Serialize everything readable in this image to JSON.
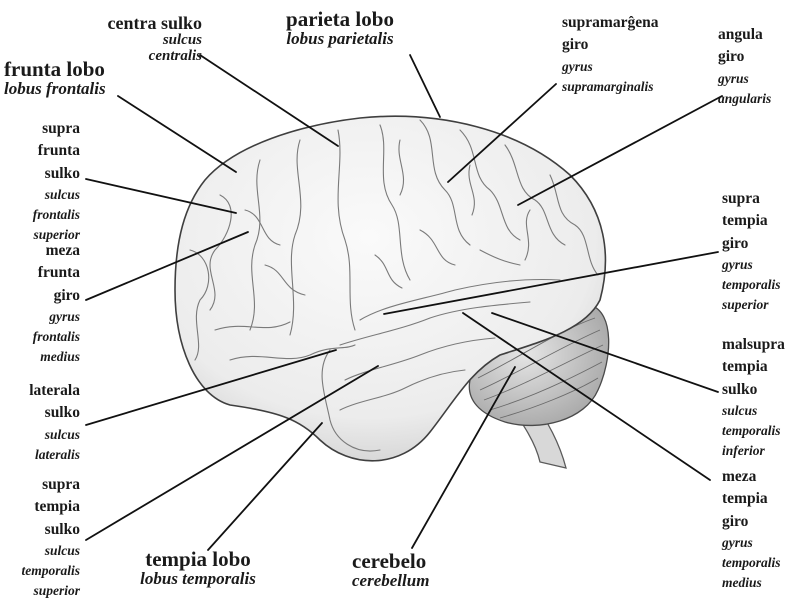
{
  "labels": {
    "centra_sulko": {
      "eo": "centra sulko",
      "la": [
        "sulcus",
        "centralis"
      ]
    },
    "parieta_lobo": {
      "eo": "parieta lobo",
      "la": [
        "lobus parietalis"
      ]
    },
    "supramargena_giro": {
      "eo": [
        "supramarĝena",
        "giro"
      ],
      "la": [
        "gyrus",
        "supramarginalis"
      ]
    },
    "angula_giro": {
      "eo": [
        "angula",
        "giro"
      ],
      "la": [
        "gyrus",
        "angularis"
      ]
    },
    "frunta_lobo": {
      "eo": "frunta lobo",
      "la": [
        "lobus frontalis"
      ]
    },
    "supra_frunta_sulko": {
      "eo": [
        "supra",
        "frunta",
        "sulko"
      ],
      "la": [
        "sulcus",
        "frontalis",
        "superior"
      ]
    },
    "meza_frunta_giro": {
      "eo": [
        "meza",
        "frunta",
        "giro"
      ],
      "la": [
        "gyrus",
        "frontalis",
        "medius"
      ]
    },
    "laterala_sulko": {
      "eo": [
        "laterala",
        "sulko"
      ],
      "la": [
        "sulcus",
        "lateralis"
      ]
    },
    "supra_tempia_sulko": {
      "eo": [
        "supra",
        "tempia",
        "sulko"
      ],
      "la": [
        "sulcus",
        "temporalis",
        "superior"
      ]
    },
    "tempia_lobo": {
      "eo": "tempia lobo",
      "la": [
        "lobus temporalis"
      ]
    },
    "cerebelo": {
      "eo": "cerebelo",
      "la": [
        "cerebellum"
      ]
    },
    "supra_tempia_giro": {
      "eo": [
        "supra",
        "tempia",
        "giro"
      ],
      "la": [
        "gyrus",
        "temporalis",
        "superior"
      ]
    },
    "malsupra_tempia_sulko": {
      "eo": [
        "malsupra",
        "tempia",
        "sulko"
      ],
      "la": [
        "sulcus",
        "temporalis",
        "inferior"
      ]
    },
    "meza_tempia_giro": {
      "eo": [
        "meza",
        "tempia",
        "giro"
      ],
      "la": [
        "gyrus",
        "temporalis",
        "medius"
      ]
    }
  },
  "colors": {
    "text": "#1a1a1a",
    "leader": "#111111",
    "brain_fill": "#f1f1f1",
    "brain_shade": "#c9c9c9",
    "outline": "#4a4a4a"
  }
}
